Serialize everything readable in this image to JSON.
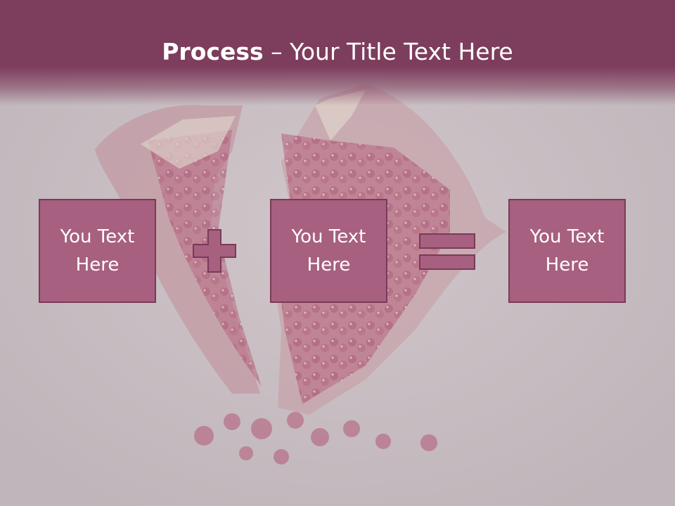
{
  "slide": {
    "title_bold": "Process",
    "title_rest": " – Your Title Text Here"
  },
  "boxes": [
    {
      "text": "You Text Here"
    },
    {
      "text": "You Text Here"
    },
    {
      "text": "You Text Here"
    }
  ],
  "operators": [
    "plus-icon",
    "equals-icon"
  ],
  "colors": {
    "title_band": "#7d3d5c",
    "box_fill": "#a7607f",
    "box_border": "#7a3a57",
    "background": "#c6bcc0"
  }
}
